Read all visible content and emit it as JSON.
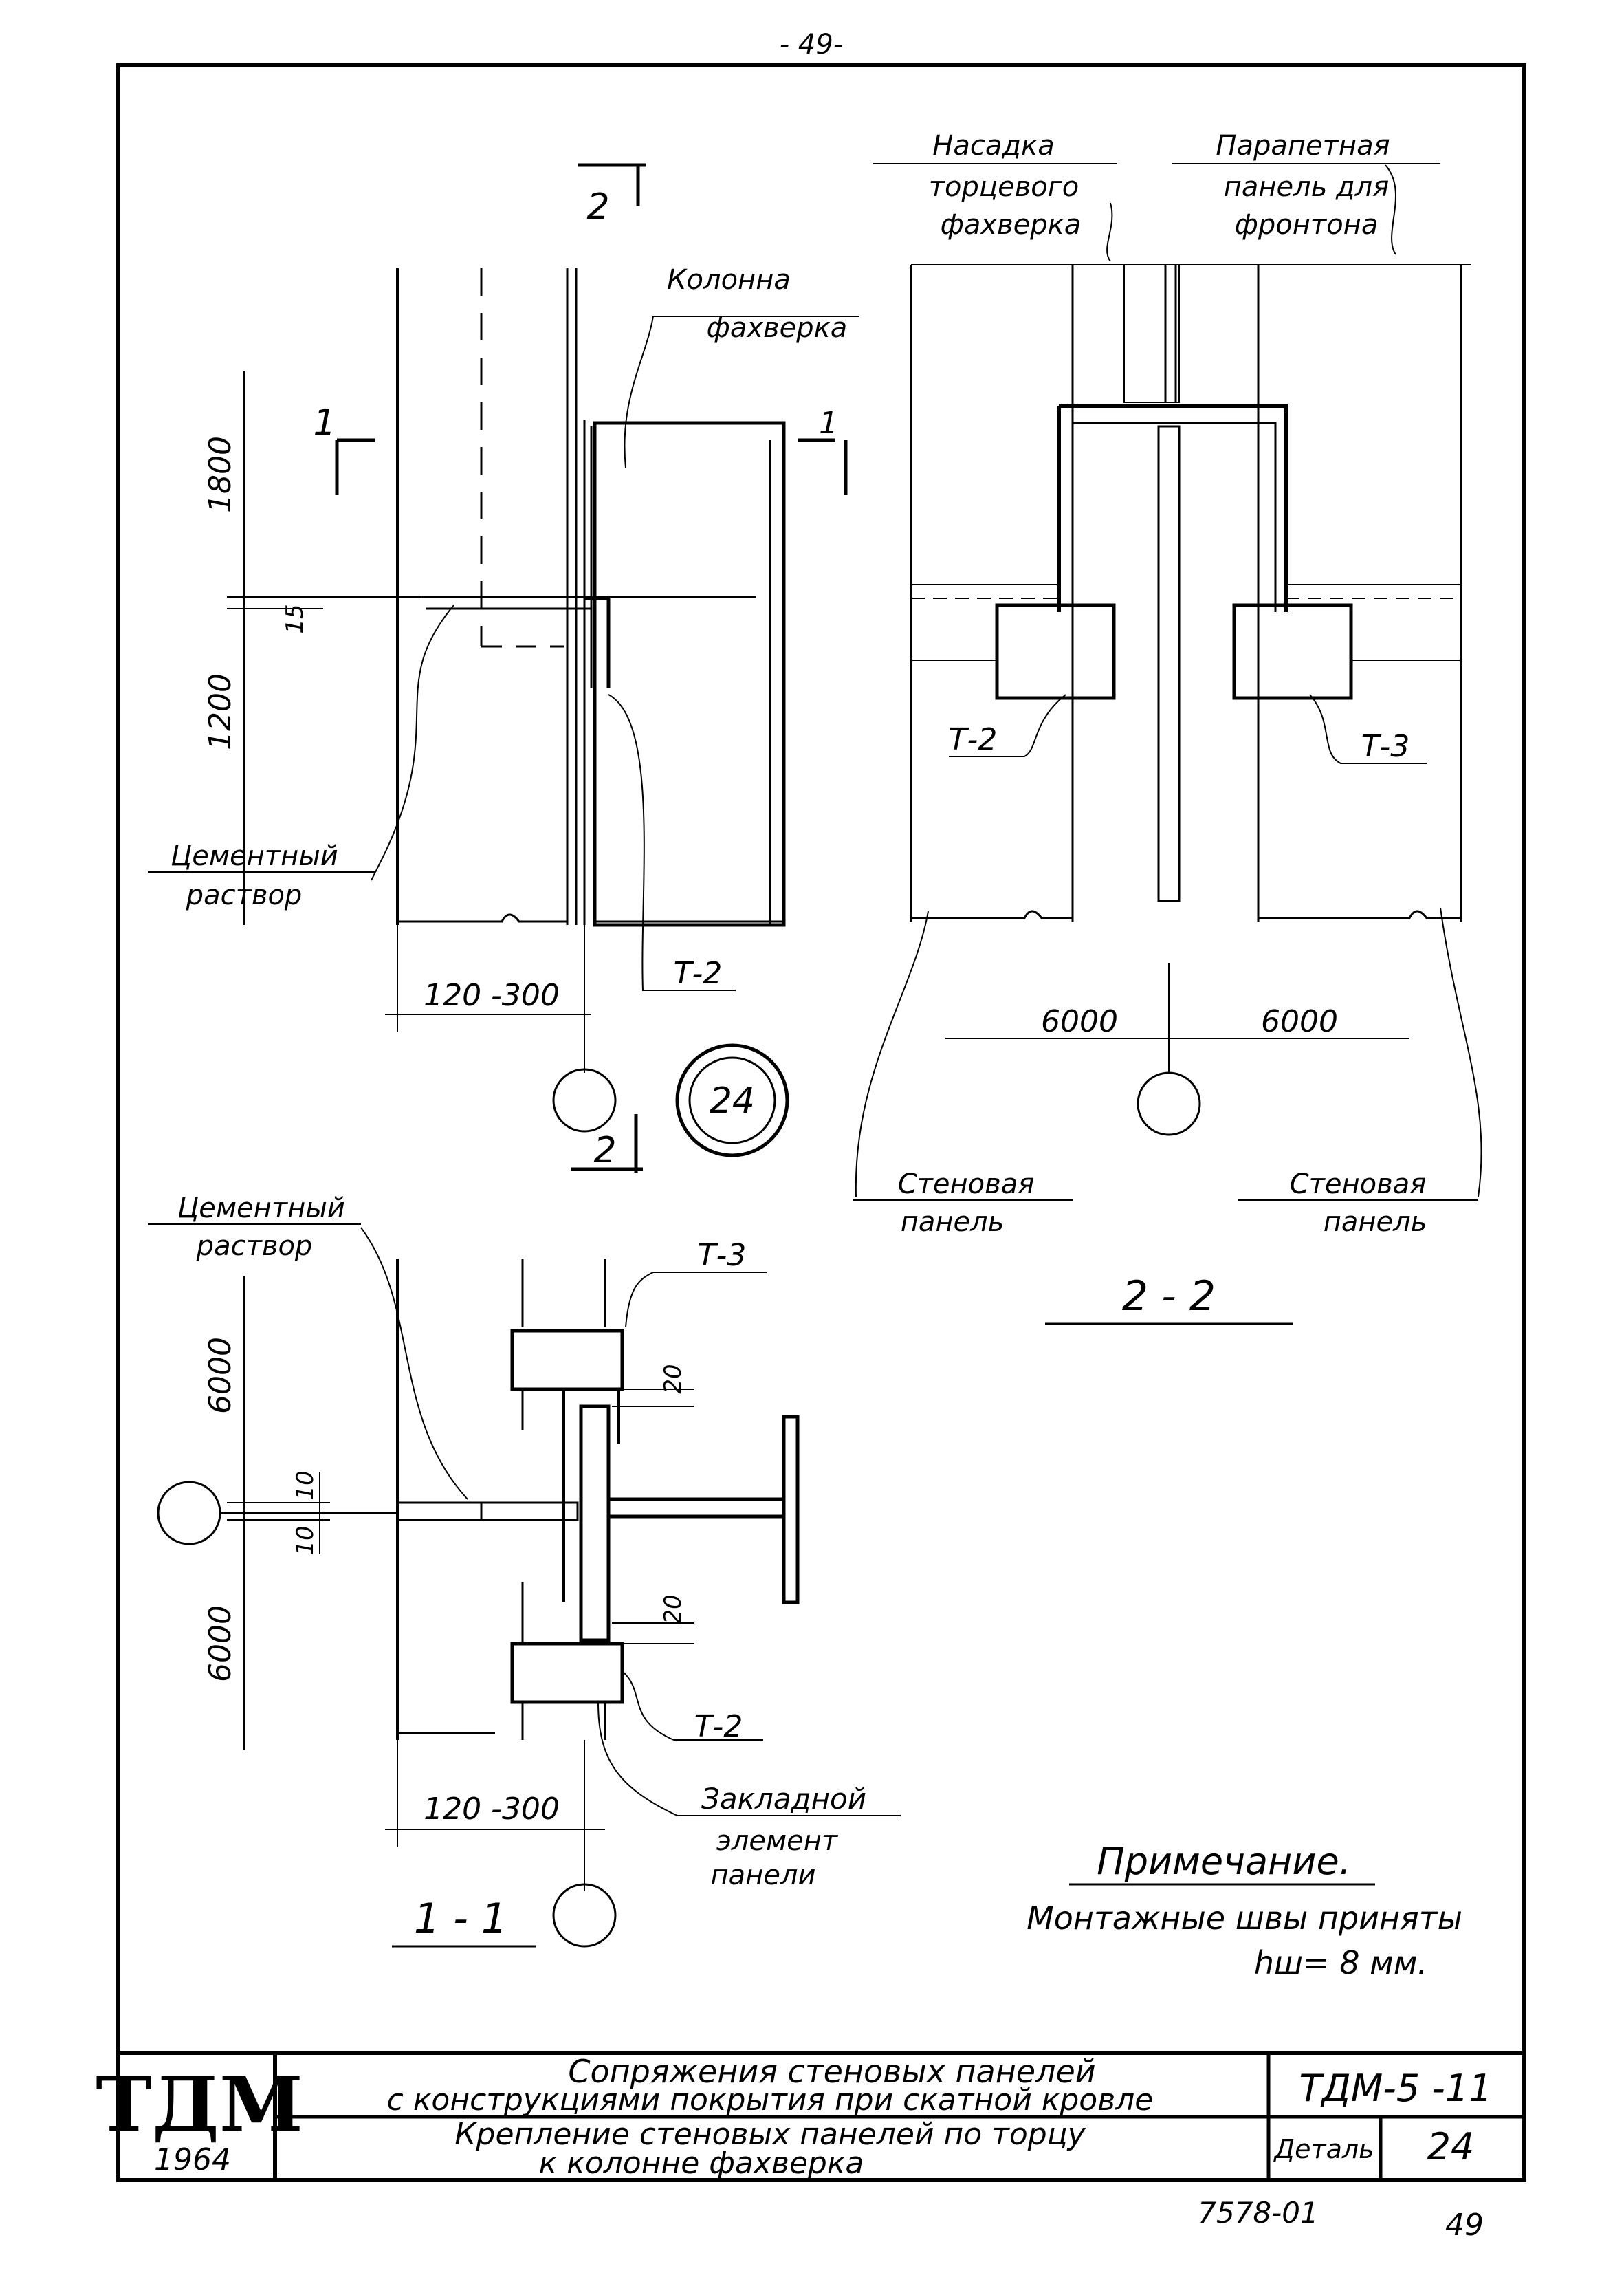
{
  "page_number_top": "- 49-",
  "views": {
    "detail_2_marker": "2",
    "section_1_marker": "1",
    "detail_number": "24",
    "section_1_1": "1 - 1",
    "section_2_2": "2 - 2"
  },
  "dimensions": {
    "d1800": "1800",
    "d1200": "1200",
    "d15": "15",
    "d120_300_top": "120 -300",
    "d120_300_bottom": "120 -300",
    "d6000_a": "6000",
    "d6000_b": "6000",
    "d6000_left_top": "6000",
    "d6000_left_bottom": "6000",
    "d10_a": "10",
    "d10_b": "10",
    "d20_a": "20",
    "d20_b": "20"
  },
  "labels": {
    "column_line1": "Колонна",
    "column_line2": "фахверка",
    "cement_line1": "Цементный",
    "cement_line2": "раствор",
    "t2": "Т-2",
    "t3": "Т-3",
    "nasadka_line1": "Насадка",
    "nasadka_line2": "торцевого",
    "nasadka_line3": "фахверка",
    "parapet_line1": "Парапетная",
    "parapet_line2": "панель для",
    "parapet_line3": "фронтона",
    "wall_panel_line1": "Стеновая",
    "wall_panel_line2": "панель",
    "embedded_line1": "Закладной",
    "embedded_line2": "элемент",
    "embedded_line3": "панели"
  },
  "note": {
    "title": "Примечание.",
    "line1": "Монтажные швы приняты",
    "line2": "hш= 8 мм."
  },
  "title_block": {
    "logo": "ТДМ",
    "year": "1964",
    "title_line1": "Сопряжения стеновых панелей",
    "title_line2": "с конструкциями покрытия при скатной кровле",
    "series": "ТДМ-5 -11",
    "subtitle_line1": "Крепление стеновых панелей по торцу",
    "subtitle_line2": "к колонне фахверка",
    "detail_label": "Деталь",
    "detail_number": "24"
  },
  "footer": {
    "code": "7578-01",
    "page": "49"
  }
}
